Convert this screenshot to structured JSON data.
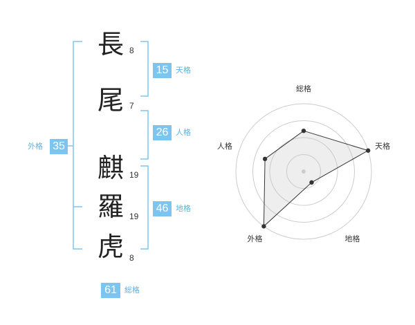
{
  "name": {
    "surname": [
      {
        "char": "長",
        "strokes": "8"
      },
      {
        "char": "尾",
        "strokes": "7"
      }
    ],
    "given": [
      {
        "char": "麒",
        "strokes": "19"
      },
      {
        "char": "羅",
        "strokes": "19"
      },
      {
        "char": "虎",
        "strokes": "8"
      }
    ]
  },
  "scores": {
    "tenkaku": {
      "value": "15",
      "label": "天格"
    },
    "jinkaku": {
      "value": "26",
      "label": "人格"
    },
    "chikaku": {
      "value": "46",
      "label": "地格"
    },
    "gaikaku": {
      "value": "35",
      "label": "外格"
    },
    "soukaku": {
      "value": "61",
      "label": "総格"
    }
  },
  "colors": {
    "accent": "#7cc5f0",
    "accent_text": "#5fb2e3",
    "bracket": "#7cc5f0"
  },
  "chart_data": {
    "type": "radar",
    "axes": [
      "総格",
      "天格",
      "地格",
      "外格",
      "人格"
    ],
    "values": [
      3,
      5,
      1,
      5,
      3
    ],
    "max": 5,
    "rings": 4
  }
}
